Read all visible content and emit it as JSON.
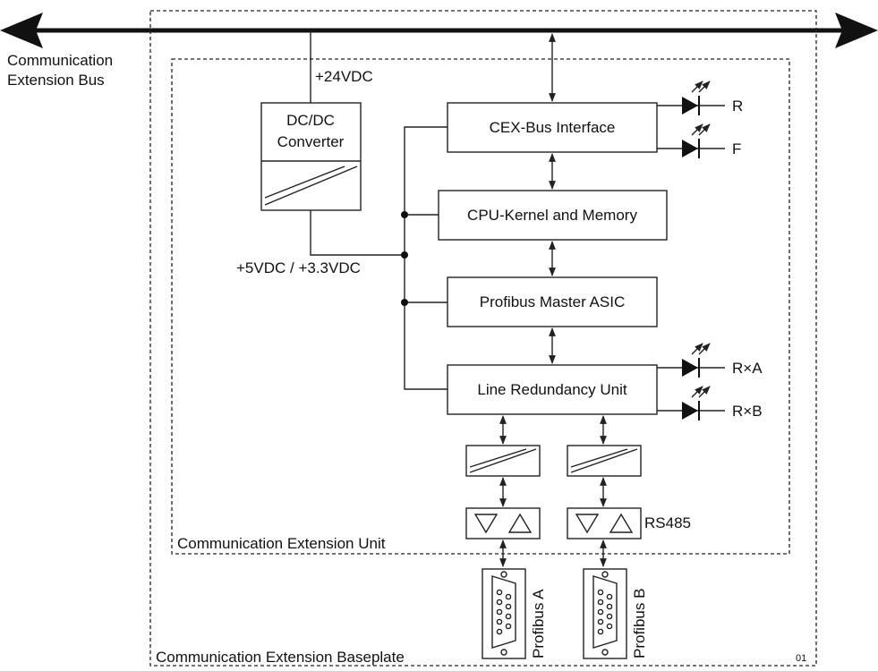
{
  "bus": {
    "label_line1": "Communication",
    "label_line2": "Extension Bus"
  },
  "power": {
    "input": "+24VDC",
    "output": "+5VDC / +3.3VDC"
  },
  "converter": {
    "line1": "DC/DC",
    "line2": "Converter"
  },
  "blocks": {
    "cex_interface": "CEX-Bus Interface",
    "cpu": "CPU-Kernel and Memory",
    "asic": "Profibus Master ASIC",
    "lru": "Line Redundancy Unit"
  },
  "leds": {
    "r": "R",
    "f": "F",
    "rxa": "R×A",
    "rxb": "R×B"
  },
  "rs485": "RS485",
  "unit_label": "Communication Extension Unit",
  "baseplate_label": "Communication Extension Baseplate",
  "ports": {
    "a": "Profibus A",
    "b": "Profibus B"
  },
  "corner_text": "01"
}
